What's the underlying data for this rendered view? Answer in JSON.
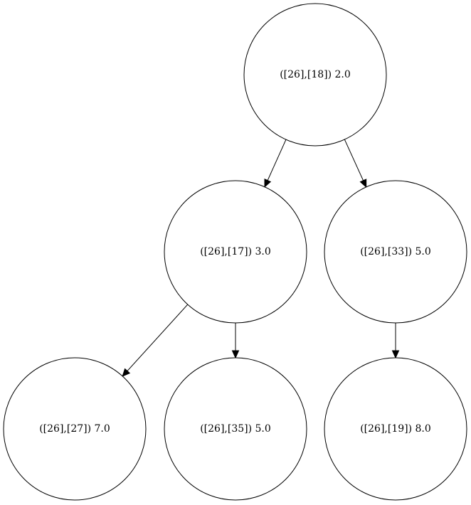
{
  "tree": {
    "nodes": [
      {
        "id": "n_26_18",
        "label": "([26],[18]) 2.0"
      },
      {
        "id": "n_26_17",
        "label": "([26],[17]) 3.0"
      },
      {
        "id": "n_26_33",
        "label": "([26],[33]) 5.0"
      },
      {
        "id": "n_26_27",
        "label": "([26],[27]) 7.0"
      },
      {
        "id": "n_26_35",
        "label": "([26],[35]) 5.0"
      },
      {
        "id": "n_26_19",
        "label": "([26],[19]) 8.0"
      }
    ],
    "edges": [
      {
        "from": "n_26_18",
        "to": "n_26_17"
      },
      {
        "from": "n_26_18",
        "to": "n_26_33"
      },
      {
        "from": "n_26_17",
        "to": "n_26_27"
      },
      {
        "from": "n_26_17",
        "to": "n_26_35"
      },
      {
        "from": "n_26_33",
        "to": "n_26_19"
      }
    ]
  }
}
